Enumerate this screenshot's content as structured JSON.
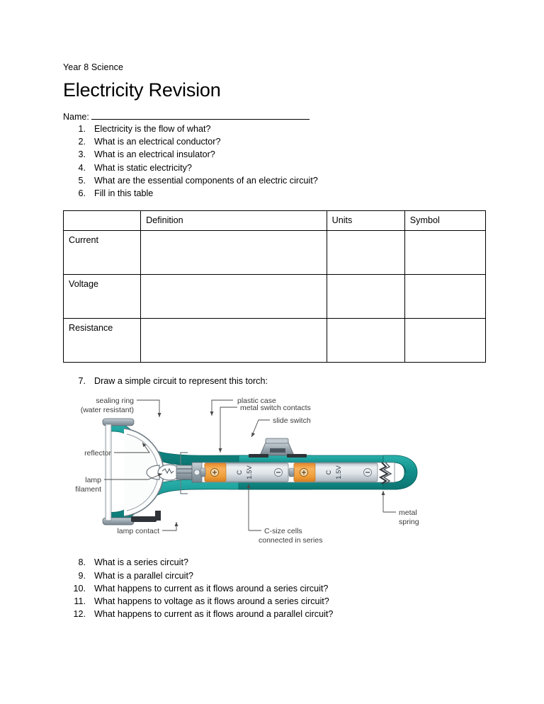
{
  "document": {
    "subject": "Year 8 Science",
    "title": "Electricity Revision",
    "name_label": "Name:"
  },
  "questions_first": [
    {
      "num": "1.",
      "text": "Electricity is the flow of what?"
    },
    {
      "num": "2.",
      "text": "What is an electrical conductor?"
    },
    {
      "num": "3.",
      "text": "What is an electrical insulator?"
    },
    {
      "num": "4.",
      "text": "What is static electricity?"
    },
    {
      "num": "5.",
      "text": "What are the essential components of an electric circuit?"
    },
    {
      "num": "6.",
      "text": "Fill in this table"
    }
  ],
  "table": {
    "headers": [
      "",
      "Definition",
      "Units",
      "Symbol"
    ],
    "rows": [
      {
        "label": "Current",
        "definition": "",
        "units": "",
        "symbol": ""
      },
      {
        "label": "Voltage",
        "definition": "",
        "units": "",
        "symbol": ""
      },
      {
        "label": "Resistance",
        "definition": "",
        "units": "",
        "symbol": ""
      }
    ]
  },
  "question7": {
    "num": "7.",
    "text": "Draw a simple circuit to represent this torch:"
  },
  "torch_diagram": {
    "labels": {
      "sealing_ring_line1": "sealing ring",
      "sealing_ring_line2": "(water resistant)",
      "plastic_case": "plastic case",
      "metal_switch_contacts": "metal switch contacts",
      "slide_switch": "slide switch",
      "reflector": "reflector",
      "lamp_line1": "lamp",
      "lamp_line2": "filament",
      "lamp_contact": "lamp contact",
      "cells_line1": "C-size cells",
      "cells_line2": "connected in series",
      "spring_line1": "metal",
      "spring_line2": "spring"
    },
    "cell_markings": {
      "size": "C",
      "voltage": "1.5V",
      "positive": "+",
      "negative": "–"
    },
    "colors": {
      "case_teal": "#189a96",
      "case_teal_dark": "#0f7d7a",
      "cell_orange": "#f0a03c",
      "cell_body": "#d9dde0",
      "metal_gray": "#8e9aa3",
      "label_text": "#3b3b3b"
    }
  },
  "questions_second": [
    {
      "num": "8.",
      "text": "What is a series circuit?"
    },
    {
      "num": "9.",
      "text": "What is a parallel circuit?"
    },
    {
      "num": "10.",
      "text": "What happens to current as it flows around a series circuit?"
    },
    {
      "num": "11.",
      "text": "What happens to voltage as it flows around a series circuit?"
    },
    {
      "num": "12.",
      "text": "What happens to current as it flows around a parallel circuit?"
    }
  ]
}
